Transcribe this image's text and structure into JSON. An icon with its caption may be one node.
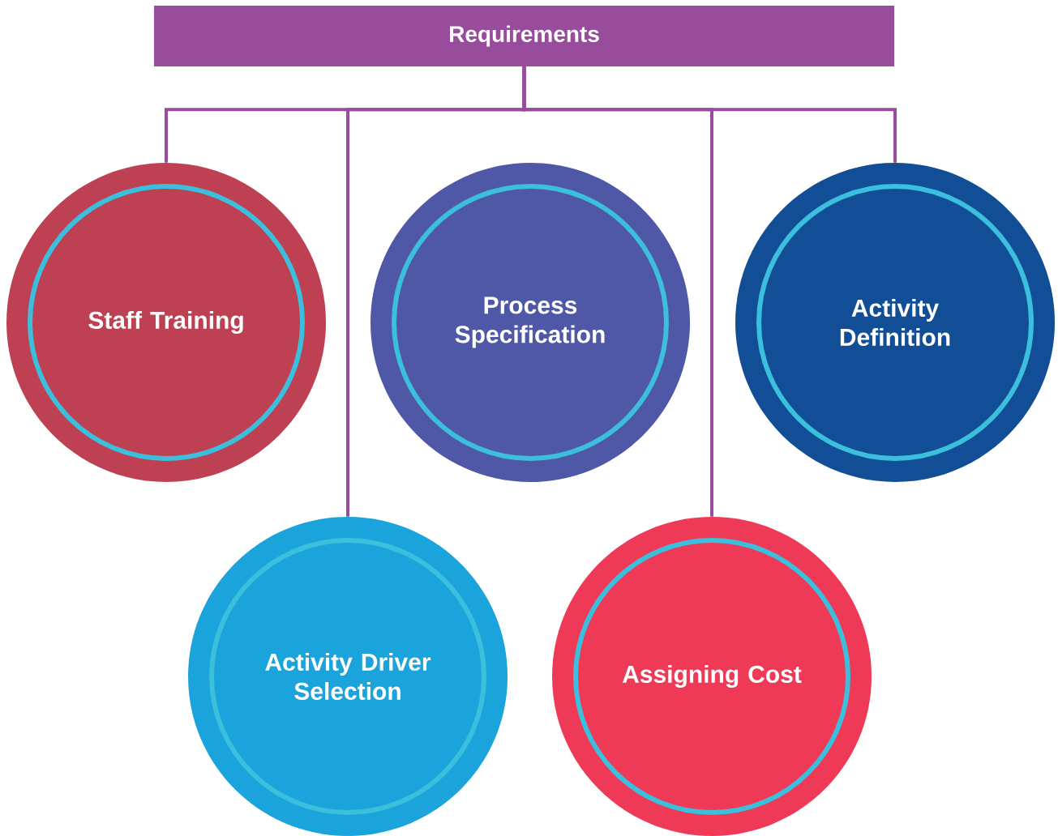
{
  "diagram": {
    "nodes": [
      {
        "text": [
          "Requirements"
        ]
      },
      {
        "text": [
          "Staff Training"
        ]
      },
      {
        "text": [
          "Process Specification"
        ]
      },
      {
        "text": [
          "Activity Definition"
        ]
      },
      {
        "text": [
          "Activity Driver Selection"
        ]
      },
      {
        "text": [
          "Assigning Cost"
        ]
      }
    ],
    "edges": [
      {
        "from": 0,
        "to": 1,
        "arrow": "none"
      },
      {
        "from": 0,
        "to": 4,
        "arrow": "none"
      },
      {
        "from": 0,
        "to": 5,
        "arrow": "none"
      },
      {
        "from": 0,
        "to": 3,
        "arrow": "none"
      }
    ]
  }
}
